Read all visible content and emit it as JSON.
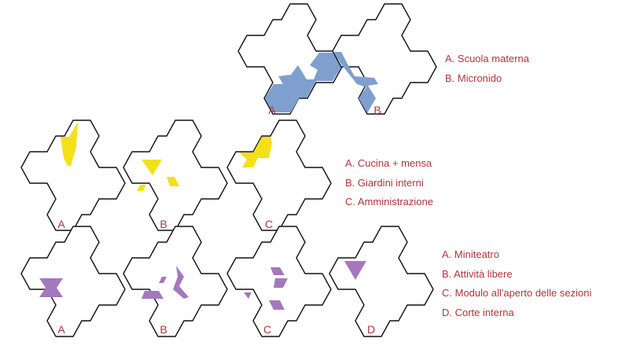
{
  "colors": {
    "outline": "#111111",
    "label": "#b0343a",
    "blue": "#7f9fcf",
    "yellow": "#f4e018",
    "purple": "#a478bd"
  },
  "row1": {
    "labels": [
      "A",
      "B"
    ],
    "legend": [
      "A. Scuola materna",
      "B. Micronido"
    ]
  },
  "row2": {
    "labels": [
      "A",
      "B",
      "C"
    ],
    "legend": [
      "A. Cucina + mensa",
      "B. Giardini interni",
      "C. Amministrazione"
    ]
  },
  "row3": {
    "labels": [
      "A",
      "B",
      "C",
      "D"
    ],
    "legend": [
      "A. Miniteatro",
      "B. Attività libere",
      "C. Modulo all'aperto delle sezioni",
      "D. Corte interna"
    ]
  }
}
